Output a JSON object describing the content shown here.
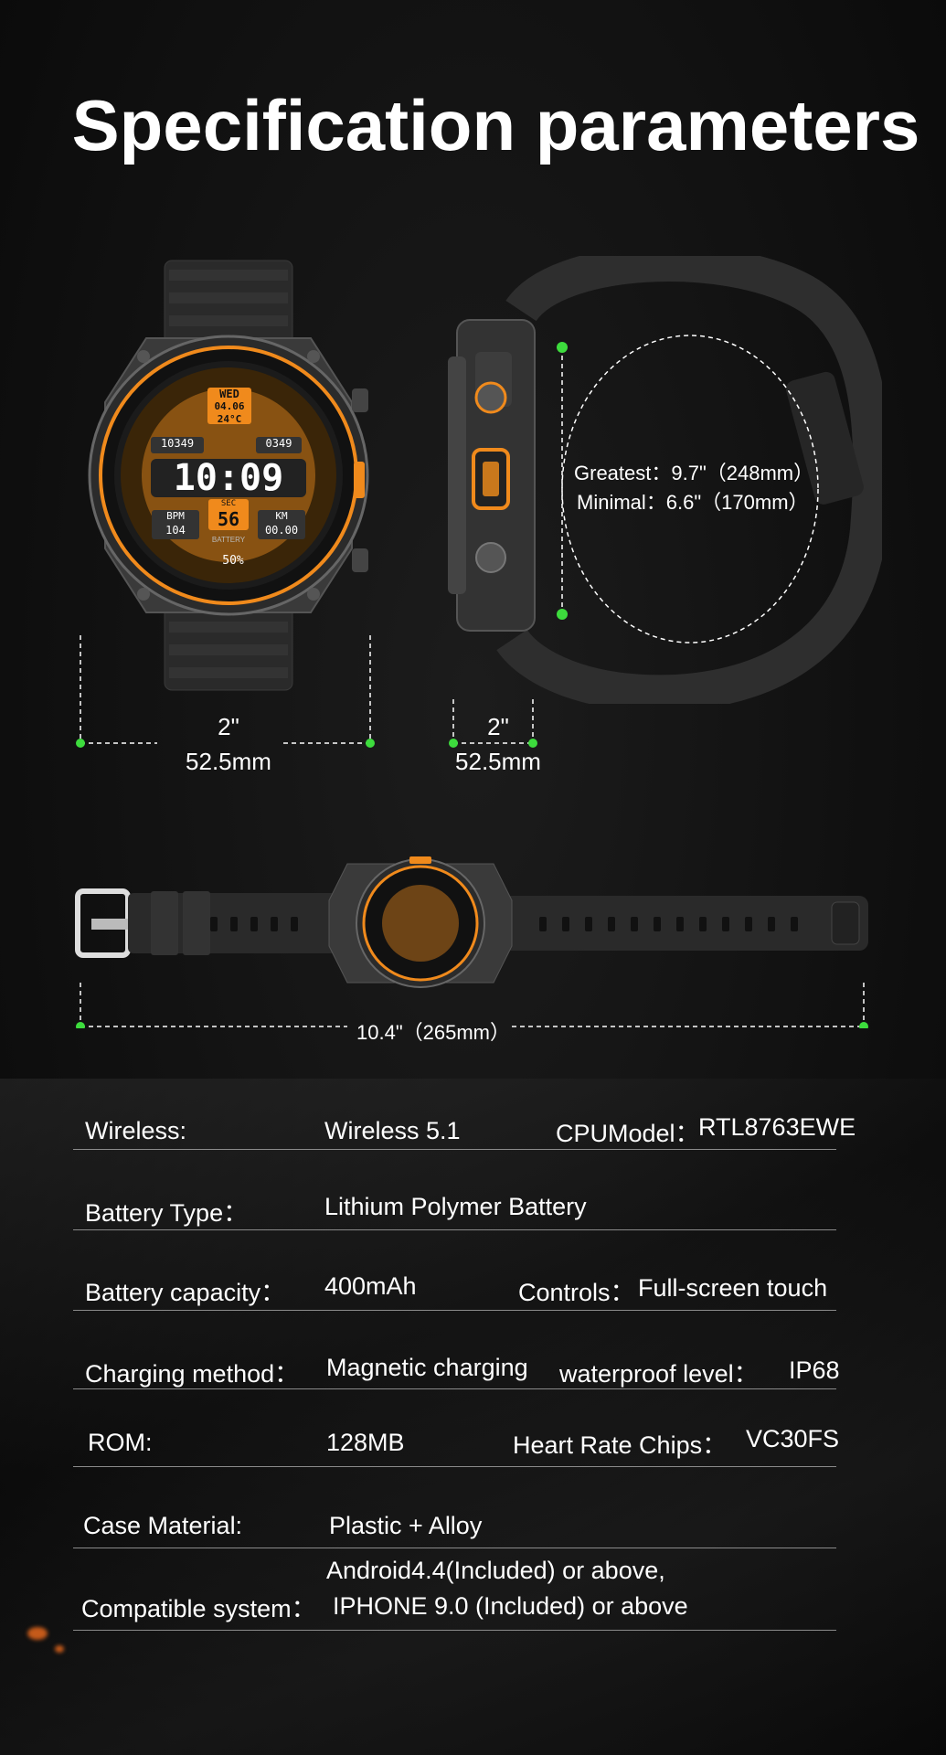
{
  "page_title": "Specification parameters",
  "front_view": {
    "inches": "2\"",
    "mm": "52.5mm"
  },
  "side_view": {
    "inches": "2\"",
    "mm": "52.5mm"
  },
  "band_circumference": {
    "greatest": "Greatest：9.7\"（248mm）",
    "minimal": "Minimal：6.6\"（170mm）"
  },
  "strap_length": "10.4\"（265mm）",
  "watch_face": {
    "time": "10:09",
    "day": "WED",
    "date": "04.06",
    "temp": "24°C",
    "steps": "10349",
    "calories": "0349",
    "seconds_label": "SEC",
    "seconds": "56",
    "bpm_label": "BPM",
    "bpm": "104",
    "km_label": "KM",
    "km": "00.00",
    "battery_label": "BATTERY",
    "battery": "50%"
  },
  "specs": [
    {
      "label": "Wireless:",
      "value": "Wireless 5.1",
      "label2": "CPUModel：",
      "value2": "RTL8763EWE"
    },
    {
      "label": "Battery Type：",
      "value": "Lithium Polymer Battery"
    },
    {
      "label": "Battery capacity：",
      "value": "400mAh",
      "label2": "Controls：",
      "value2": "Full-screen touch"
    },
    {
      "label": "Charging method：",
      "value": "Magnetic charging",
      "label2": "waterproof level：",
      "value2": "IP68"
    },
    {
      "label": "ROM:",
      "value": "128MB",
      "label2": "Heart Rate Chips：",
      "value2": "VC30FS"
    },
    {
      "label": "Case Material:",
      "value": "Plastic + Alloy"
    },
    {
      "label": "Compatible system：",
      "value": "Android4.4(Included) or above,",
      "value_line2": "IPHONE 9.0 (Included) or above"
    }
  ],
  "colors": {
    "accent_orange": "#f08a1c",
    "marker_green": "#3ddc3d",
    "divider": "#8a8a8a"
  }
}
